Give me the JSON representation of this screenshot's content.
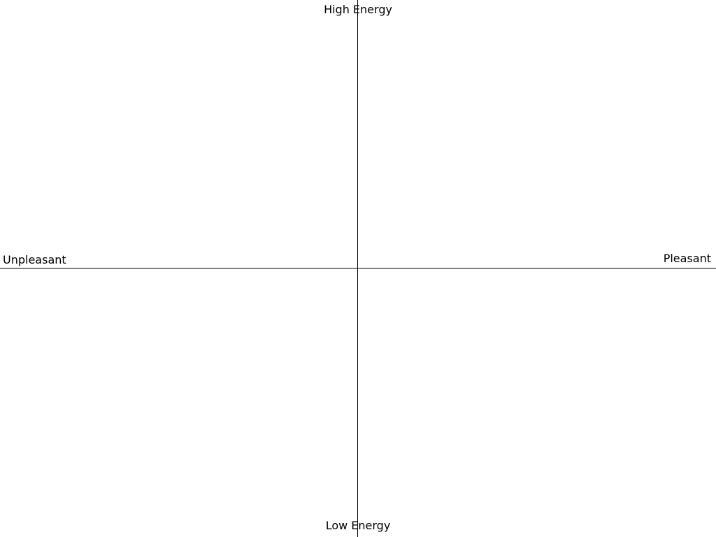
{
  "axes": {
    "top_label": "High Energy",
    "bottom_label": "Low Energy",
    "left_label": "Unpleasant",
    "right_label": "Pleasant"
  },
  "colors": {
    "background": "#ffffff",
    "line": "#000000",
    "text": "#000000"
  }
}
